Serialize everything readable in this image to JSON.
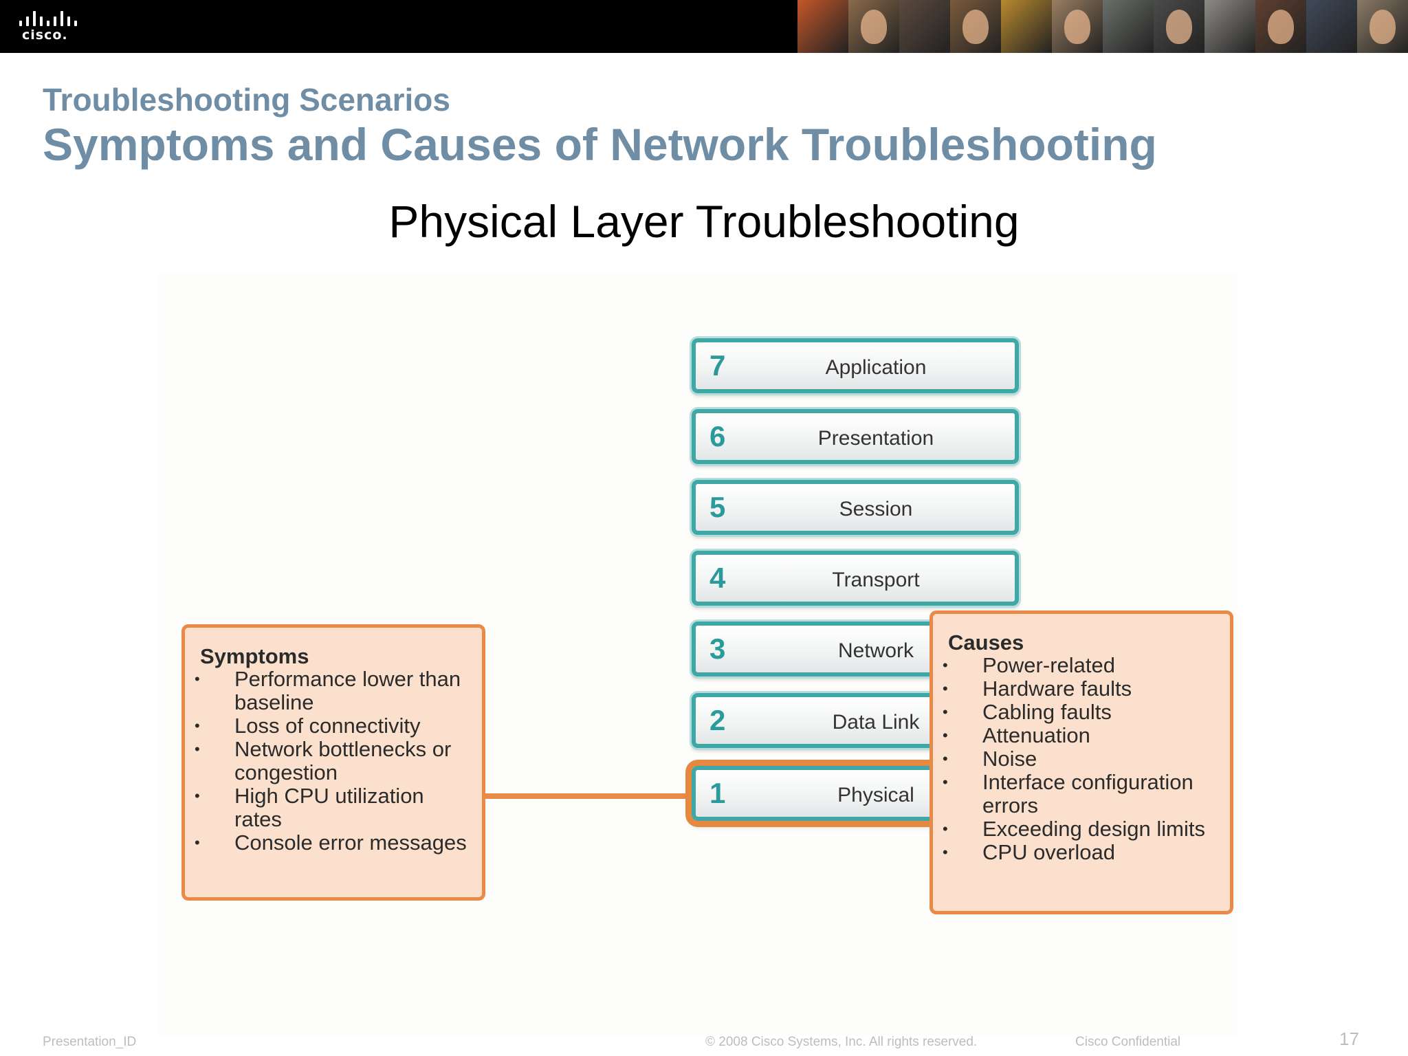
{
  "header": {
    "logo_text": "cisco.",
    "photo_colors": [
      "#c4572a",
      "#8a6a4a",
      "#5b4a3e",
      "#7a5a3c",
      "#b98a2f",
      "#9a7e62",
      "#6b6f6a",
      "#4b4b4b",
      "#8d8b86",
      "#5f4030",
      "#3f4a5a",
      "#8a7a66"
    ]
  },
  "slide": {
    "kicker": "Troubleshooting Scenarios",
    "title": "Symptoms and Causes of Network Troubleshooting",
    "section_title": "Physical Layer Troubleshooting"
  },
  "osi_layers": [
    {
      "number": "7",
      "label": "Application"
    },
    {
      "number": "6",
      "label": "Presentation"
    },
    {
      "number": "5",
      "label": "Session"
    },
    {
      "number": "4",
      "label": "Transport"
    },
    {
      "number": "3",
      "label": "Network"
    },
    {
      "number": "2",
      "label": "Data Link"
    },
    {
      "number": "1",
      "label": "Physical",
      "highlighted": true
    }
  ],
  "symptoms": {
    "title": "Symptoms",
    "items": [
      "Performance lower than baseline",
      "Loss of connectivity",
      "Network bottlenecks or congestion",
      "High CPU utilization rates",
      "Console error messages"
    ]
  },
  "causes": {
    "title": "Causes",
    "items": [
      "Power-related",
      "Hardware faults",
      "Cabling faults",
      "Attenuation",
      "Noise",
      "Interface configuration errors",
      "Exceeding design limits",
      "CPU overload"
    ]
  },
  "colors": {
    "title_blue": "#6f8ea6",
    "layer_teal": "#3fa7a6",
    "accent_orange": "#ea8a46",
    "box_fill": "#fbe0cd"
  },
  "footer": {
    "presentation_id": "Presentation_ID",
    "copyright": "© 2008 Cisco Systems, Inc. All rights reserved.",
    "confidential": "Cisco Confidential",
    "page_number": "17"
  }
}
